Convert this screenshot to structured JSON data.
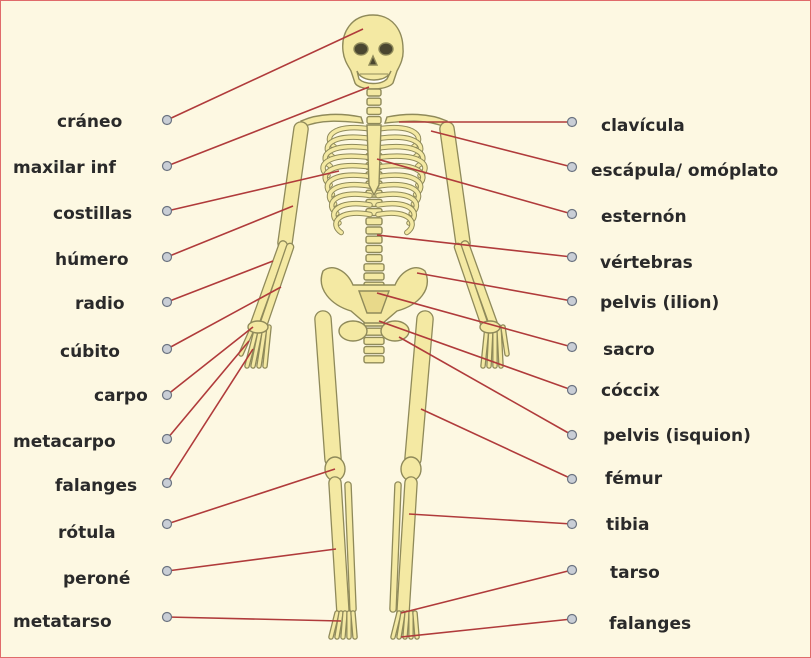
{
  "diagram": {
    "colors": {
      "background": "#fdf8e2",
      "bone_fill": "#f4e9a3",
      "bone_stroke": "#8f8a5a",
      "leader_line": "#b03b3b",
      "dot_fill": "#c9ced6",
      "dot_stroke": "#6b7380",
      "frame": "#e06b6b"
    },
    "labels_left": [
      {
        "id": "craneo",
        "text": "cráneo"
      },
      {
        "id": "maxilar-inf",
        "text": "maxilar inf"
      },
      {
        "id": "costillas",
        "text": "costillas"
      },
      {
        "id": "humero",
        "text": "húmero"
      },
      {
        "id": "radio",
        "text": "radio"
      },
      {
        "id": "cubito",
        "text": "cúbito"
      },
      {
        "id": "carpo",
        "text": "carpo"
      },
      {
        "id": "metacarpo",
        "text": "metacarpo"
      },
      {
        "id": "falanges-mano",
        "text": "falanges"
      },
      {
        "id": "rotula",
        "text": "rótula"
      },
      {
        "id": "perone",
        "text": "peroné"
      },
      {
        "id": "metatarso",
        "text": "metatarso"
      }
    ],
    "labels_right": [
      {
        "id": "clavicula",
        "text": "clavícula"
      },
      {
        "id": "escapula",
        "text": "escápula/ omóplato"
      },
      {
        "id": "esternon",
        "text": "esternón"
      },
      {
        "id": "vertebras",
        "text": "vértebras"
      },
      {
        "id": "pelvis-ilion",
        "text": "pelvis (ilion)"
      },
      {
        "id": "sacro",
        "text": "sacro"
      },
      {
        "id": "coccix",
        "text": "cóccix"
      },
      {
        "id": "pelvis-isquion",
        "text": "pelvis (isquion)"
      },
      {
        "id": "femur",
        "text": "fémur"
      },
      {
        "id": "tibia",
        "text": "tibia"
      },
      {
        "id": "tarso",
        "text": "tarso"
      },
      {
        "id": "falanges-pie",
        "text": "falanges"
      }
    ]
  }
}
